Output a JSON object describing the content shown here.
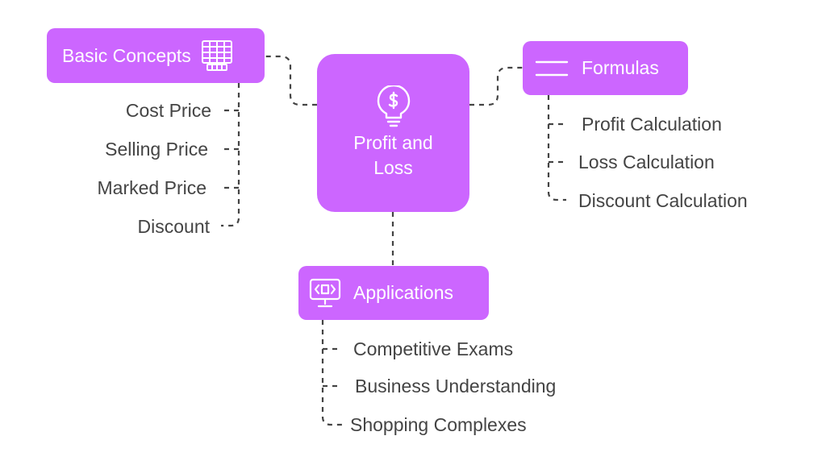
{
  "center": {
    "label": "Profit and Loss",
    "icon": "dollar-lightbulb-icon"
  },
  "branches": {
    "basic_concepts": {
      "label": "Basic Concepts",
      "icon": "calculator-keypad-icon",
      "items": [
        "Cost Price",
        "Selling Price",
        "Marked Price",
        "Discount"
      ]
    },
    "formulas": {
      "label": "Formulas",
      "icon": "menu-lines-icon",
      "items": [
        "Profit Calculation",
        "Loss Calculation",
        "Discount Calculation"
      ]
    },
    "applications": {
      "label": "Applications",
      "icon": "monitor-code-icon",
      "items": [
        "Competitive Exams",
        "Business Understanding",
        "Shopping Complexes"
      ]
    }
  },
  "colors": {
    "node_fill": "#cc66ff",
    "node_text": "#ffffff",
    "leaf_text": "#444444",
    "connector": "#444444"
  }
}
